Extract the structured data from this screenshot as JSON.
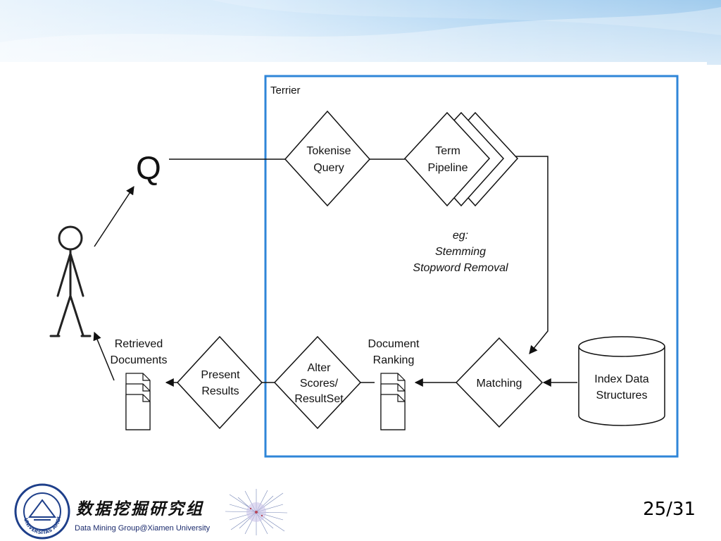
{
  "diagram": {
    "container_label": "Terrier",
    "query_symbol": "Q",
    "nodes": {
      "tokenise_query": [
        "Tokenise",
        "Query"
      ],
      "term_pipeline": [
        "Term",
        "Pipeline"
      ],
      "matching": [
        "Matching"
      ],
      "alter_scores": [
        "Alter",
        "Scores/",
        "ResultSet"
      ],
      "present_results": [
        "Present",
        "Results"
      ],
      "index_data": [
        "Index Data",
        "Structures"
      ]
    },
    "pipeline_note": [
      "eg:",
      "Stemming",
      "Stopword Removal"
    ],
    "document_ranking_label": [
      "Document",
      "Ranking"
    ],
    "retrieved_documents_label": [
      "Retrieved",
      "Documents"
    ]
  },
  "footer": {
    "group_name_cn": "数据挖掘研究组",
    "group_name_en": "Data Mining Group@Xiamen University",
    "seal_text": "UNIVERSITAS AMOIENSIS"
  },
  "page_number": "25/31",
  "colors": {
    "terrier_box": "#2f86d8",
    "header_sky": "#9cc8ee",
    "line": "#111111"
  }
}
